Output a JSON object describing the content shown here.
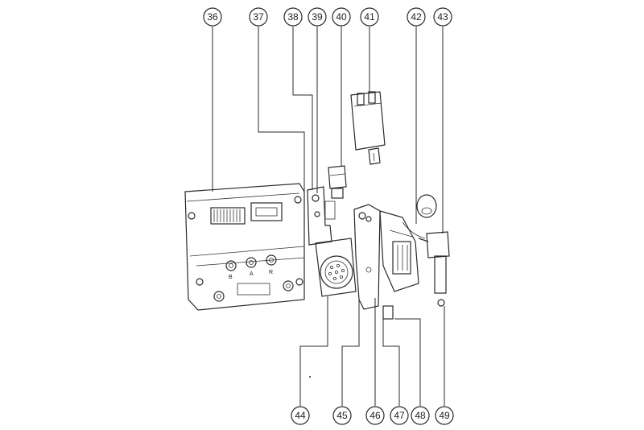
{
  "callouts": {
    "c36": "36",
    "c37": "37",
    "c38": "38",
    "c39": "39",
    "c40": "40",
    "c41": "41",
    "c42": "42",
    "c43": "43",
    "c44": "44",
    "c45": "45",
    "c46": "46",
    "c47": "47",
    "c48": "48",
    "c49": "49"
  },
  "controller_labels": {
    "terminal_b": "B",
    "terminal_a": "A",
    "terminal_r": "R"
  },
  "colors": {
    "ink": "#2a2a2a",
    "background": "#ffffff"
  }
}
